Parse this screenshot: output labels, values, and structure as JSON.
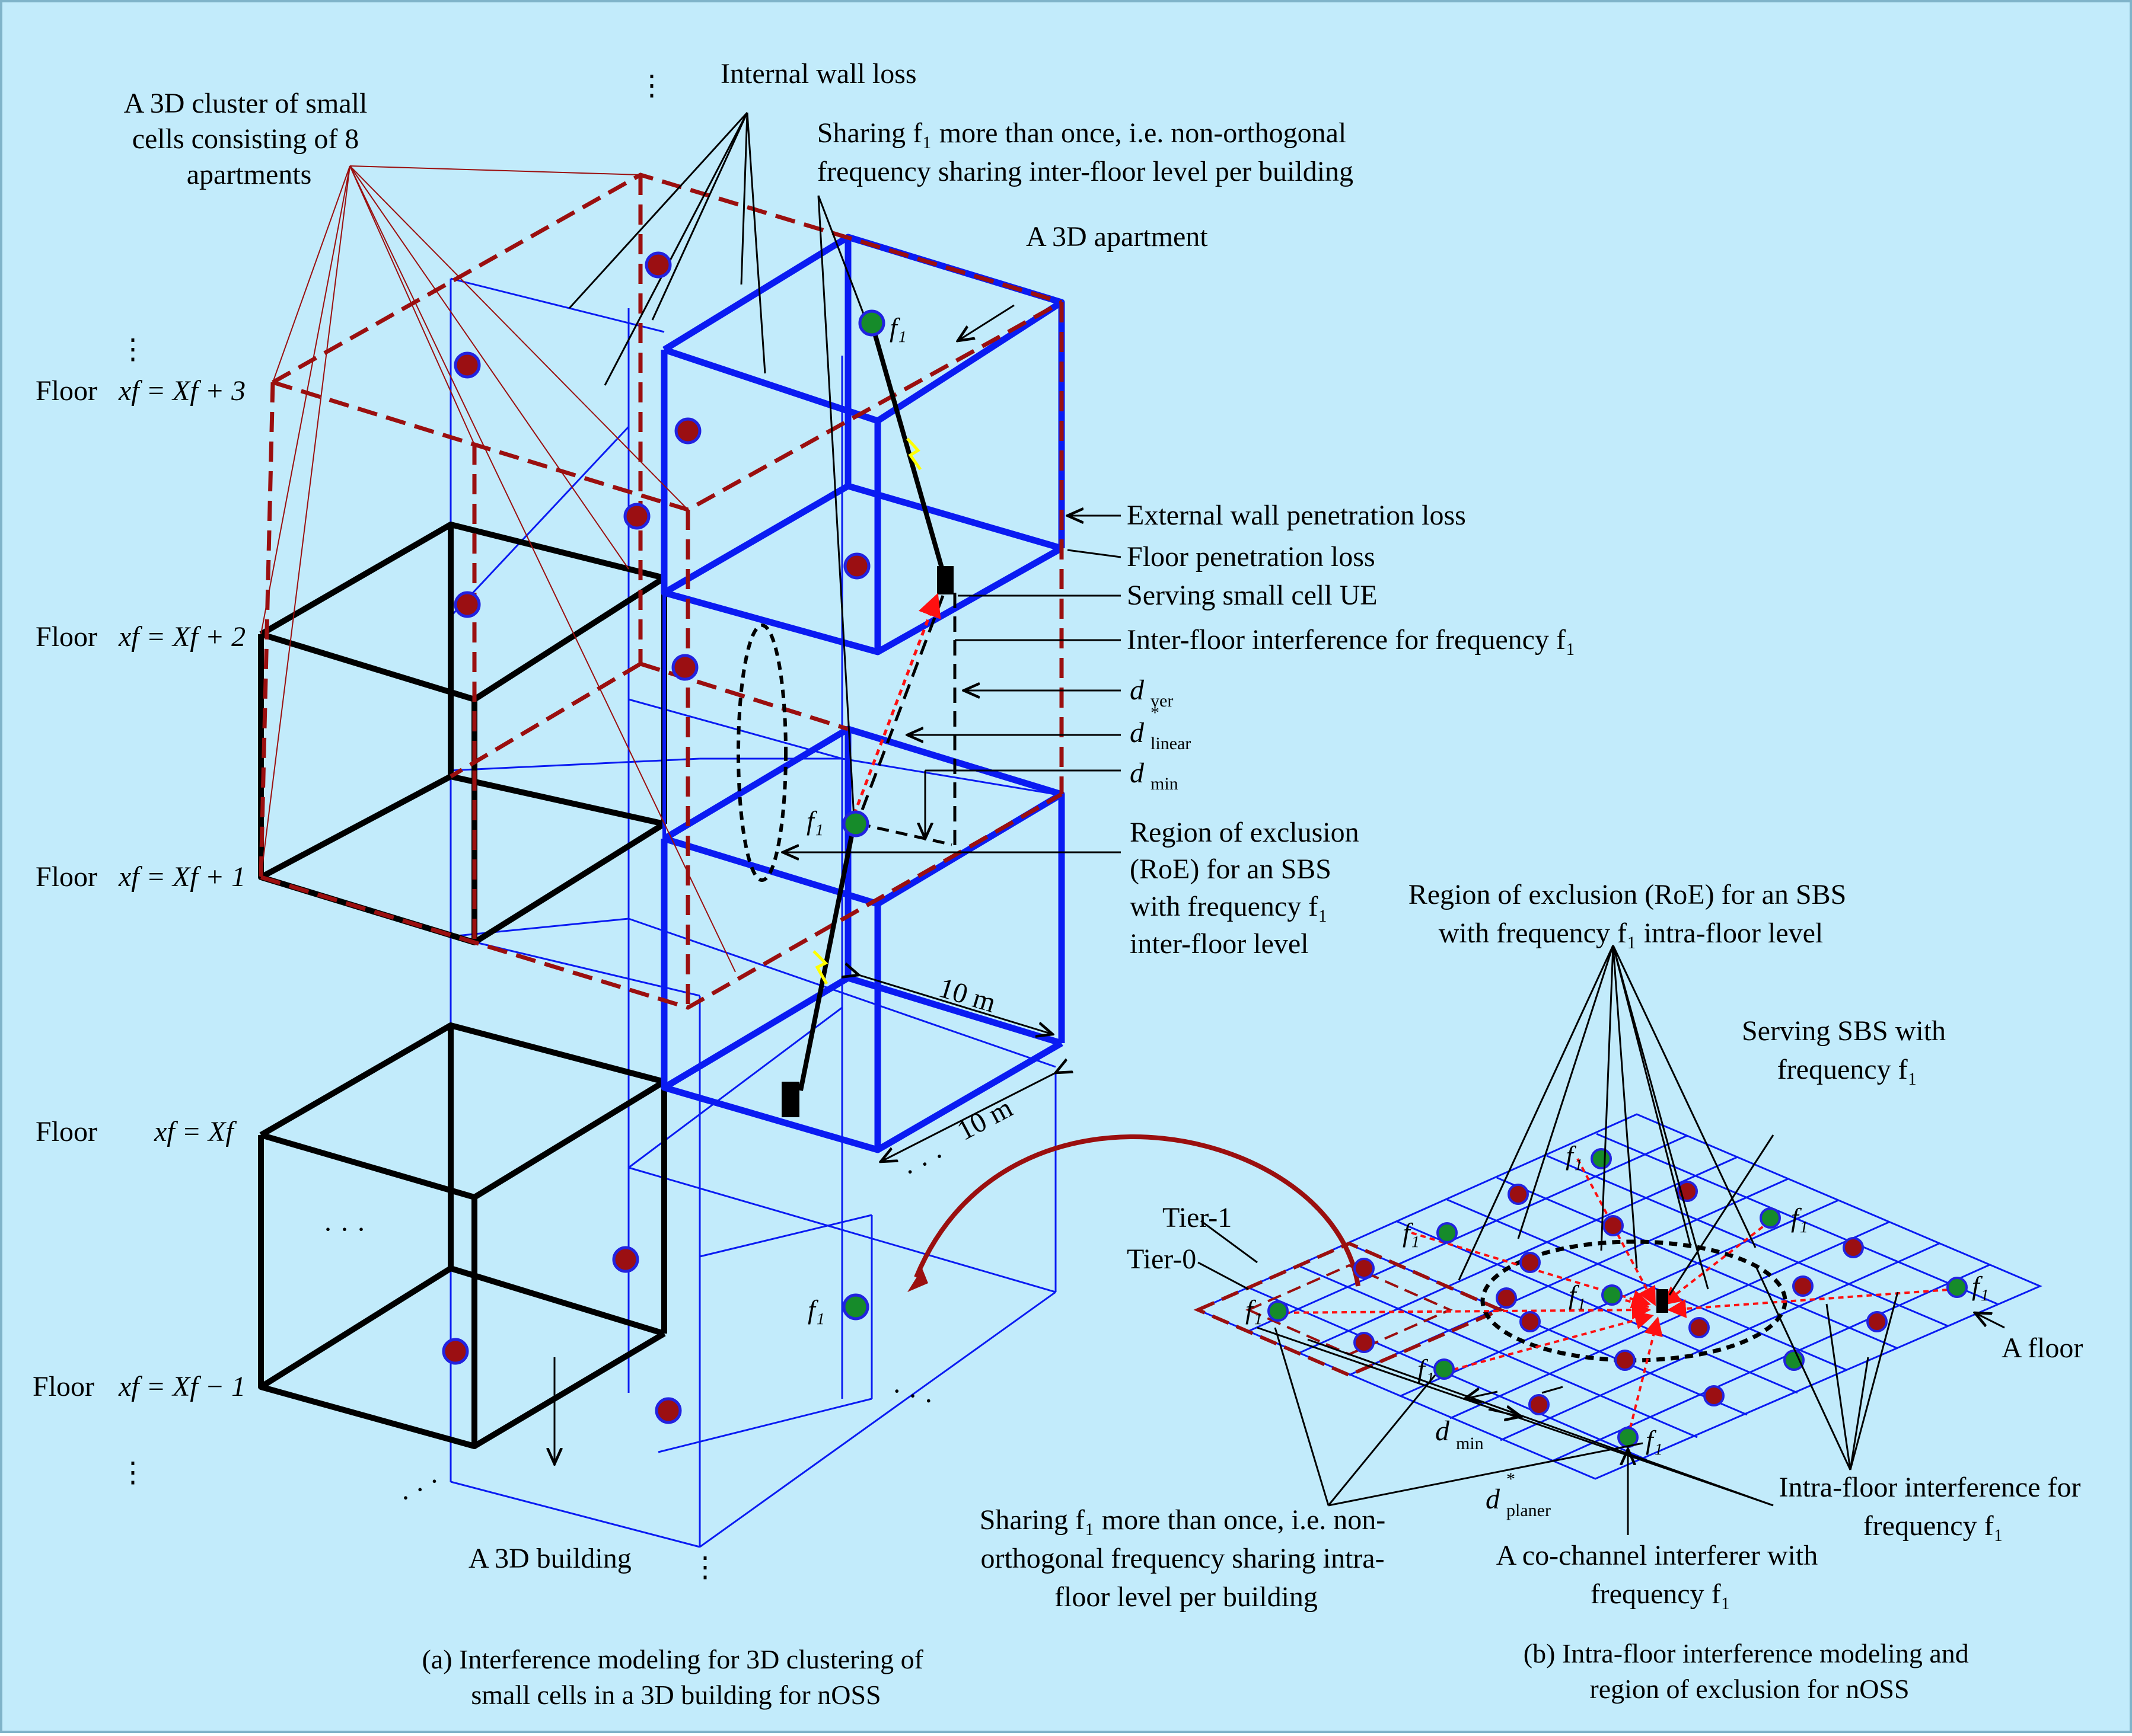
{
  "colors": {
    "background": "#c2ebfb",
    "border": "#7fb3c9",
    "structure_blue": "#0a1bf2",
    "structure_black": "#000000",
    "cluster_red": "#9b0f0f",
    "node_red": "#9b0f12",
    "node_green": "#168b2a",
    "node_ring": "#2222e0",
    "interference": "#ff1010",
    "link_yellow": "#ffff00"
  },
  "left_panel": {
    "labels": {
      "cluster": [
        "A 3D cluster of small",
        "cells consisting of 8",
        "apartments"
      ],
      "internal_wall": "Internal wall loss",
      "sharing_inter": [
        "Sharing f₁ more than once, i.e. non-orthogonal",
        "frequency sharing inter-floor level per building"
      ],
      "apartment": "A 3D apartment",
      "external_wall": "External wall penetration loss",
      "floor_pen": "Floor penetration loss",
      "serving_ue": "Serving small cell UE",
      "inter_floor": "Inter-floor interference for frequency f₁",
      "d_ver": "d",
      "d_ver_sub": "ver",
      "d_linear": "d",
      "d_linear_sub": "linear",
      "d_linear_star": "*",
      "d_min": "d",
      "d_min_sub": "min",
      "roe_inter": [
        "Region of exclusion",
        "(RoE) for an SBS",
        "with frequency f₁",
        "inter-floor level"
      ],
      "dim_1": "10 m",
      "dim_2": "10 m",
      "building": "A 3D building",
      "ellipsis": "· · ·",
      "vdots": "⋮"
    },
    "floors": [
      {
        "word": "Floor",
        "eq": "xf = Xf + 3"
      },
      {
        "word": "Floor",
        "eq": "xf = Xf + 2"
      },
      {
        "word": "Floor",
        "eq": "xf = Xf + 1"
      },
      {
        "word": "Floor",
        "eq": "xf = Xf"
      },
      {
        "word": "Floor",
        "eq": "xf = Xf − 1"
      }
    ],
    "f1": "f₁",
    "caption": [
      "(a) Interference modeling for 3D clustering of",
      "small cells in a 3D building for nOSS"
    ]
  },
  "right_panel": {
    "labels": {
      "roe_intra": [
        "Region of exclusion (RoE) for an SBS",
        "with frequency f₁ intra-floor level"
      ],
      "serving_sbs": [
        "Serving SBS with",
        "frequency f₁"
      ],
      "tier1": "Tier-1",
      "tier0": "Tier-0",
      "a_floor": "A floor",
      "intra_interf": [
        "Intra-floor interference for",
        "frequency f₁"
      ],
      "co_channel": [
        "A co-channel interferer with",
        "frequency f₁"
      ],
      "sharing_intra": [
        "Sharing f₁ more than once, i.e. non-",
        "orthogonal frequency sharing intra-",
        "floor level per building"
      ],
      "d_min": "d",
      "d_min_sub": "min",
      "d_planer": "d",
      "d_planer_sub": "planer",
      "d_planer_star": "*"
    },
    "f1": "f₁",
    "caption": [
      "(b) Intra-floor interference modeling and",
      "region of exclusion for nOSS"
    ]
  }
}
